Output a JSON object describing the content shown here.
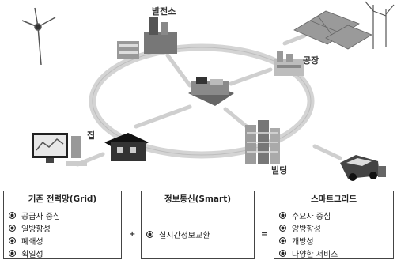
{
  "nodes": {
    "power_plant": "발전소",
    "factory": "공장",
    "house": "집",
    "building": "빌딩"
  },
  "panels": [
    {
      "title": "기존 전력망(Grid)",
      "items": [
        "공급자 중심",
        "일방향성",
        "폐쇄성",
        "획일성"
      ]
    },
    {
      "title": "정보통신(Smart)",
      "items": [
        "실시간정보교환"
      ]
    },
    {
      "title": "스마트그리드",
      "items": [
        "수요자 중심",
        "양방향성",
        "개방성",
        "다양한 서비스"
      ]
    }
  ],
  "operators": {
    "plus": "+",
    "equals": "="
  }
}
